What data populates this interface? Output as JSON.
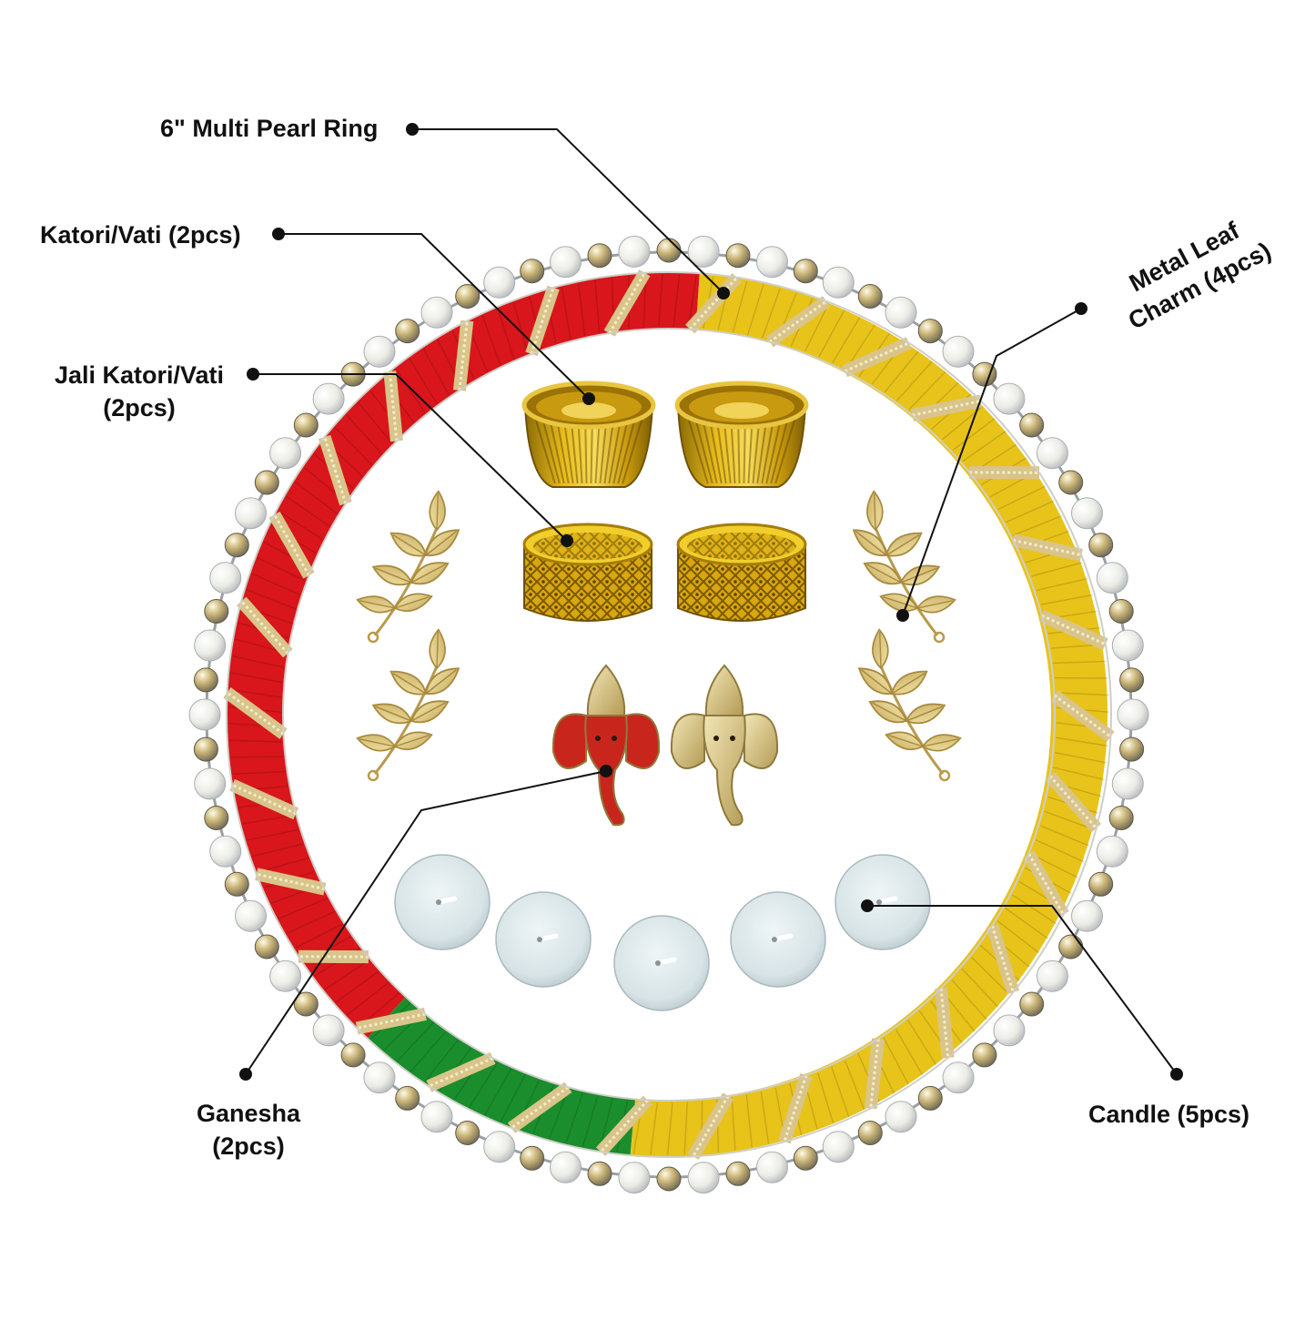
{
  "colors": {
    "thread_red": "#d8161b",
    "thread_yellow": "#e8c31a",
    "thread_green": "#1a8d2c",
    "gota_gold": "#d9c48a",
    "pearl": "#f3f3ee",
    "gold_bead": "#c9b37a",
    "katori_gold": "#d4a70f",
    "leaf_gold": "#e0cc8a",
    "candle": "#dce8ea",
    "ganesha_red": "#c8261c",
    "callout_line": "#111111"
  },
  "callouts": {
    "ring": "6\" Multi Pearl Ring",
    "katori": "Katori/Vati (2pcs)",
    "jali_line1": "Jali Katori/Vati",
    "jali_line2": "(2pcs)",
    "leaf_line1": "Metal Leaf",
    "leaf_line2": "Charm (4pcs)",
    "ganesha_line1": "Ganesha",
    "ganesha_line2": "(2pcs)",
    "candle": "Candle (5pcs)"
  },
  "product": {
    "katori_count": 2,
    "jali_katori_count": 2,
    "leaf_charm_count": 4,
    "ganesha_count": 2,
    "candle_count": 5
  }
}
